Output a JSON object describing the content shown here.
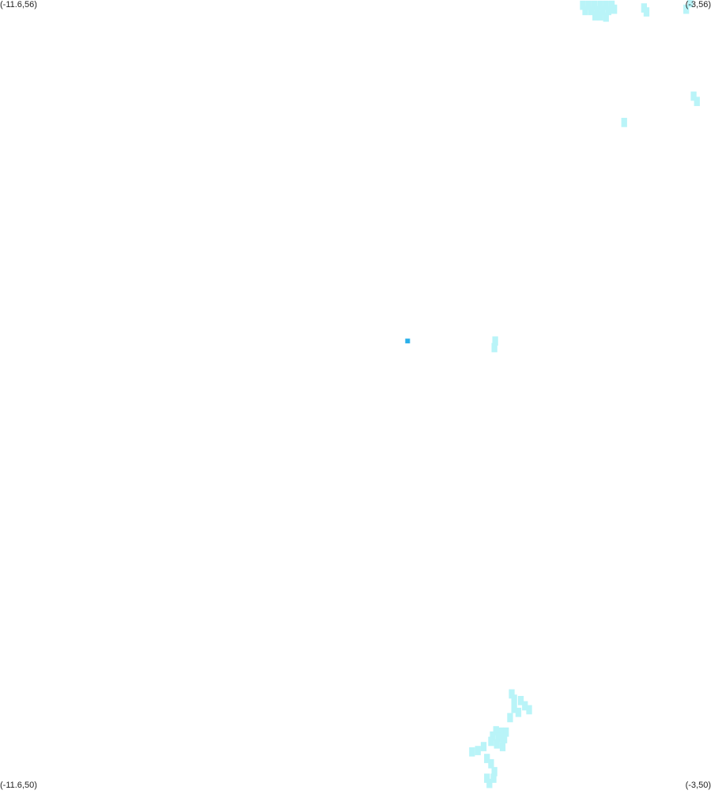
{
  "corners": {
    "top_left": "(-11.6,56)",
    "top_right": "(-3,56)",
    "bottom_left": "(-11.6,50)",
    "bottom_right": "(-3,50)"
  },
  "extent": {
    "lon_min": -11.6,
    "lon_max": -3,
    "lat_min": 50,
    "lat_max": 56
  },
  "colors": {
    "background": "#ffffff",
    "cell": "#b9f4f8",
    "highlight": "#2ab0ea"
  },
  "cell_size_deg": 0.07,
  "cells": [
    [
      -4.55,
      55.96
    ],
    [
      -4.48,
      55.96
    ],
    [
      -4.41,
      55.96
    ],
    [
      -4.34,
      55.96
    ],
    [
      -4.27,
      55.96
    ],
    [
      -4.2,
      55.96
    ],
    [
      -4.52,
      55.92
    ],
    [
      -4.45,
      55.92
    ],
    [
      -4.38,
      55.92
    ],
    [
      -4.31,
      55.92
    ],
    [
      -4.24,
      55.92
    ],
    [
      -4.17,
      55.93
    ],
    [
      -4.4,
      55.88
    ],
    [
      -4.34,
      55.88
    ],
    [
      -4.27,
      55.87
    ],
    [
      -3.81,
      55.94
    ],
    [
      -3.78,
      55.91
    ],
    [
      -3.25,
      55.98
    ],
    [
      -3.3,
      55.93
    ],
    [
      -3.21,
      55.27
    ],
    [
      -3.17,
      55.23
    ],
    [
      -4.05,
      55.07
    ],
    [
      -5.61,
      53.41
    ],
    [
      -5.62,
      53.36
    ],
    [
      -5.41,
      50.73
    ],
    [
      -5.38,
      50.69
    ],
    [
      -5.3,
      50.68
    ],
    [
      -5.25,
      50.64
    ],
    [
      -5.2,
      50.61
    ],
    [
      -5.38,
      50.62
    ],
    [
      -5.33,
      50.59
    ],
    [
      -5.43,
      50.55
    ],
    [
      -5.6,
      50.45
    ],
    [
      -5.54,
      50.44
    ],
    [
      -5.48,
      50.44
    ],
    [
      -5.64,
      50.41
    ],
    [
      -5.57,
      50.4
    ],
    [
      -5.5,
      50.39
    ],
    [
      -5.66,
      50.37
    ],
    [
      -5.59,
      50.35
    ],
    [
      -5.52,
      50.33
    ],
    [
      -5.75,
      50.33
    ],
    [
      -5.82,
      50.3
    ],
    [
      -5.89,
      50.29
    ],
    [
      -5.71,
      50.24
    ],
    [
      -5.66,
      50.2
    ],
    [
      -5.62,
      50.14
    ],
    [
      -5.71,
      50.09
    ],
    [
      -5.63,
      50.09
    ],
    [
      -5.68,
      50.05
    ]
  ],
  "highlights": [
    [
      -6.67,
      53.41
    ]
  ]
}
